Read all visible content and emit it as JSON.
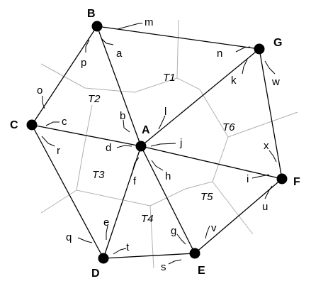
{
  "vertices": [
    {
      "id": "B",
      "label": "B",
      "color": "#000000"
    },
    {
      "id": "G",
      "label": "G",
      "color": "#000000"
    },
    {
      "id": "C",
      "label": "C",
      "color": "#000000"
    },
    {
      "id": "A",
      "label": "A",
      "color": "#000000"
    },
    {
      "id": "F",
      "label": "F",
      "color": "#000000"
    },
    {
      "id": "D",
      "label": "D",
      "color": "#000000"
    },
    {
      "id": "E",
      "label": "E",
      "color": "#000000"
    }
  ],
  "edges": [
    {
      "from": "B",
      "to": "G"
    },
    {
      "from": "B",
      "to": "C"
    },
    {
      "from": "B",
      "to": "A"
    },
    {
      "from": "C",
      "to": "A"
    },
    {
      "from": "C",
      "to": "D"
    },
    {
      "from": "A",
      "to": "G"
    },
    {
      "from": "A",
      "to": "F"
    },
    {
      "from": "A",
      "to": "D"
    },
    {
      "from": "A",
      "to": "E"
    },
    {
      "from": "G",
      "to": "F"
    },
    {
      "from": "D",
      "to": "E"
    },
    {
      "from": "E",
      "to": "F"
    }
  ],
  "half_edge_labels": [
    "m",
    "a",
    "p",
    "n",
    "k",
    "w",
    "o",
    "c",
    "r",
    "b",
    "l",
    "d",
    "j",
    "f",
    "h",
    "x",
    "i",
    "u",
    "q",
    "e",
    "t",
    "g",
    "v",
    "s"
  ],
  "triangle_labels": [
    "T1",
    "T2",
    "T3",
    "T4",
    "T5",
    "T6"
  ],
  "colors": {
    "triangulation": "#000000",
    "dual_graph": "#b0b0b0"
  }
}
